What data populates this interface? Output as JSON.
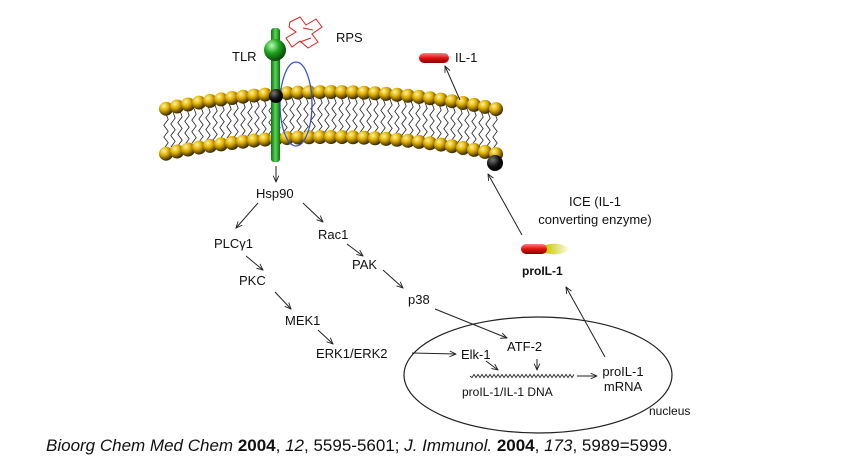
{
  "labels": {
    "tlr": "TLR",
    "rps": "RPS",
    "il1": "IL-1",
    "hsp90": "Hsp90",
    "plcg1": "PLCγ1",
    "pkc": "PKC",
    "mek1": "MEK1",
    "erk": "ERK1/ERK2",
    "rac1": "Rac1",
    "pak": "PAK",
    "p38": "p38",
    "atf2": "ATF-2",
    "elk1": "Elk-1",
    "dna": "proIL-1/IL-1 DNA",
    "mrna_line1": "proIL-1",
    "mrna_line2": "mRNA",
    "proil1": "proIL-1",
    "ice_line1": "ICE (IL-1",
    "ice_line2": "converting enzyme)",
    "nucleus": "nucleus"
  },
  "citation": {
    "journal1": "Bioorg Chem Med Chem",
    "year1": "2004",
    "sep1": ", ",
    "vol1": "12",
    "pages1": ", 5595-5601; ",
    "journal2": "J. Immunol.",
    "year2": "2004",
    "sep2": ", ",
    "vol2": "173",
    "pages2": ", 5989=5999."
  },
  "colors": {
    "lipid_head": "#e0b000",
    "tlr_green": "#1fa21f",
    "il1_red": "#e01010",
    "rps_red": "#e02020",
    "loop_blue": "#3a52c8"
  }
}
